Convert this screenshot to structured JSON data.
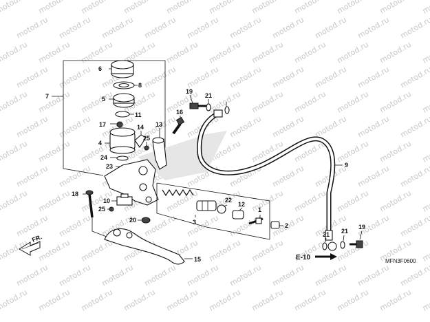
{
  "diagram": {
    "watermark": "motod.ru",
    "code": "MFN3F0600",
    "ref": "E-10",
    "front_label": "FR.",
    "labels": [
      {
        "id": "c6",
        "text": "6"
      },
      {
        "id": "c8",
        "text": "8"
      },
      {
        "id": "c5",
        "text": "5"
      },
      {
        "id": "c11",
        "text": "11"
      },
      {
        "id": "c17",
        "text": "17"
      },
      {
        "id": "c14",
        "text": "14"
      },
      {
        "id": "c4",
        "text": "4"
      },
      {
        "id": "c25a",
        "text": "25"
      },
      {
        "id": "c24",
        "text": "24"
      },
      {
        "id": "c23",
        "text": "23"
      },
      {
        "id": "c7",
        "text": "7"
      },
      {
        "id": "c13",
        "text": "13"
      },
      {
        "id": "c16",
        "text": "16"
      },
      {
        "id": "c19a",
        "text": "19"
      },
      {
        "id": "c21a",
        "text": "21"
      },
      {
        "id": "c9",
        "text": "9"
      },
      {
        "id": "c18",
        "text": "18"
      },
      {
        "id": "c10",
        "text": "10"
      },
      {
        "id": "c25b",
        "text": "25"
      },
      {
        "id": "c20",
        "text": "20"
      },
      {
        "id": "c3",
        "text": "3"
      },
      {
        "id": "c22",
        "text": "22"
      },
      {
        "id": "c12",
        "text": "12"
      },
      {
        "id": "c1",
        "text": "1"
      },
      {
        "id": "c2",
        "text": "2"
      },
      {
        "id": "c15",
        "text": "15"
      },
      {
        "id": "c21b",
        "text": "21"
      },
      {
        "id": "c21c",
        "text": "21"
      },
      {
        "id": "c19b",
        "text": "19"
      }
    ]
  }
}
